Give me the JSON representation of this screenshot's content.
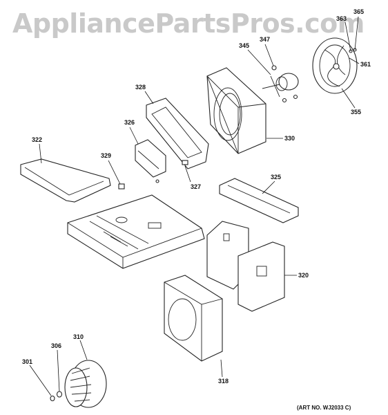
{
  "watermark": "AppliancePartsPros.com",
  "art_no": "(ART NO. WJ2033 C)",
  "labels": {
    "p365": "365",
    "p363": "363",
    "p361": "361",
    "p345": "345",
    "p347": "347",
    "p355": "355",
    "p328": "328",
    "p330": "330",
    "p326": "326",
    "p322": "322",
    "p329": "329",
    "p327": "327",
    "p325": "325",
    "p320": "320",
    "p318": "318",
    "p310": "310",
    "p306": "306",
    "p301": "301"
  }
}
